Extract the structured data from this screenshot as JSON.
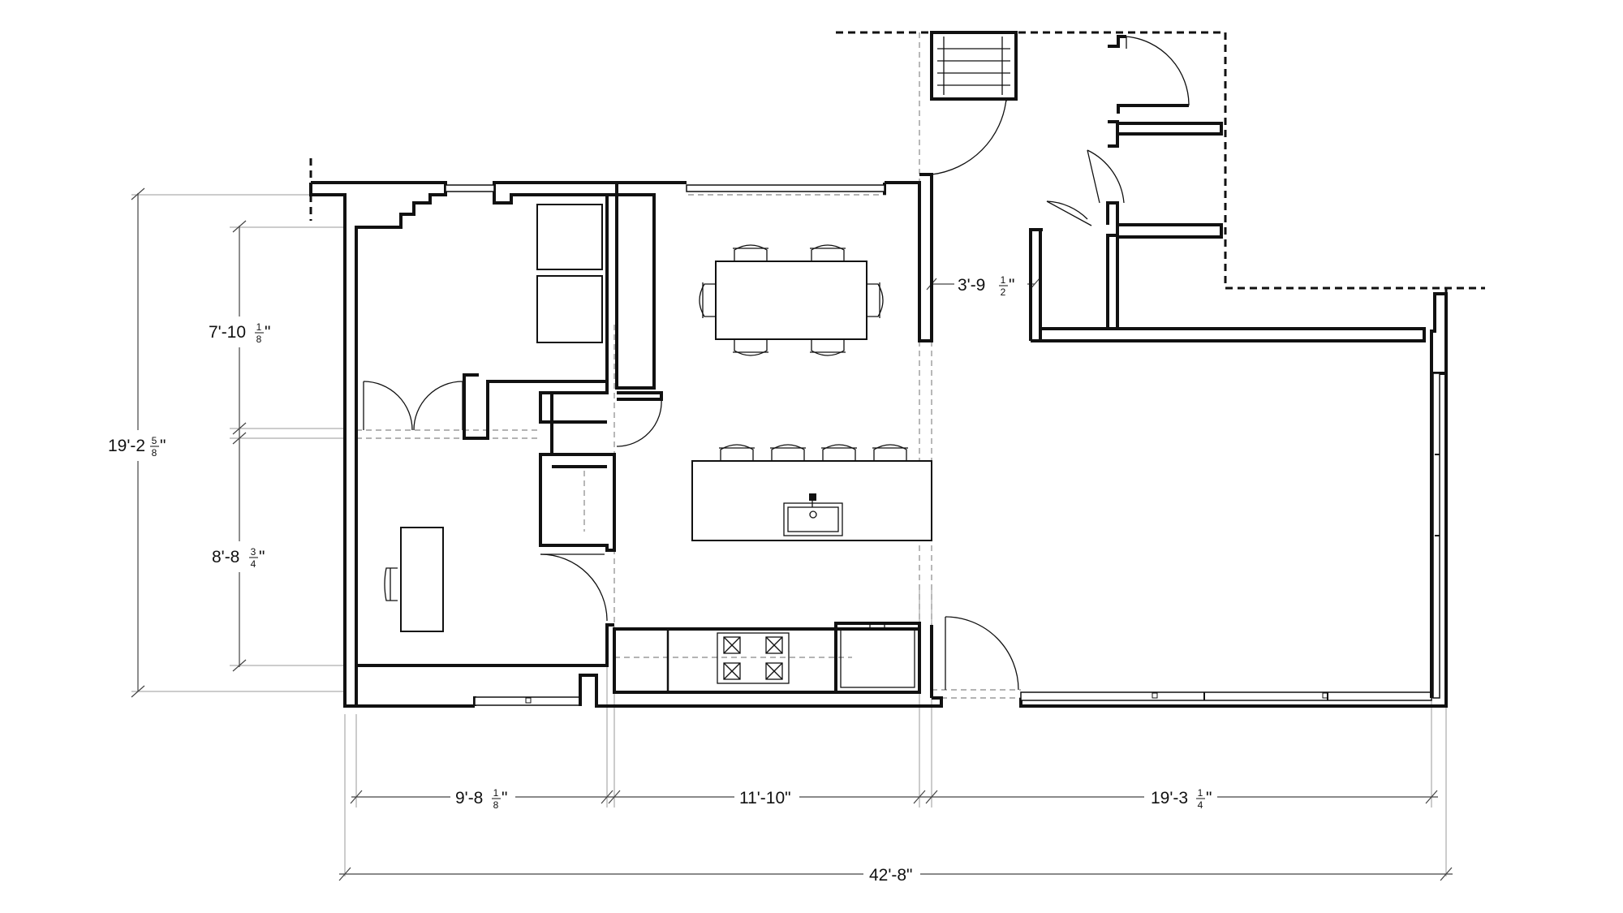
{
  "dimensions": {
    "overall_depth": {
      "whole": "19'-2",
      "num": "5",
      "den": "8",
      "suffix": "\""
    },
    "upper_room_depth": {
      "whole": "7'-10",
      "num": "1",
      "den": "8",
      "suffix": "\""
    },
    "lower_room_depth": {
      "whole": "8'-8",
      "num": "3",
      "den": "4",
      "suffix": "\""
    },
    "door_opening": {
      "whole": "3'-9",
      "num": "1",
      "den": "2",
      "suffix": "\""
    },
    "left_width": {
      "whole": "9'-8",
      "num": "1",
      "den": "8",
      "suffix": "\""
    },
    "middle_width": {
      "whole": "11'-10\""
    },
    "right_width": {
      "whole": "19'-3",
      "num": "1",
      "den": "4",
      "suffix": "\""
    },
    "overall_width": {
      "whole": "42'-8\""
    }
  }
}
